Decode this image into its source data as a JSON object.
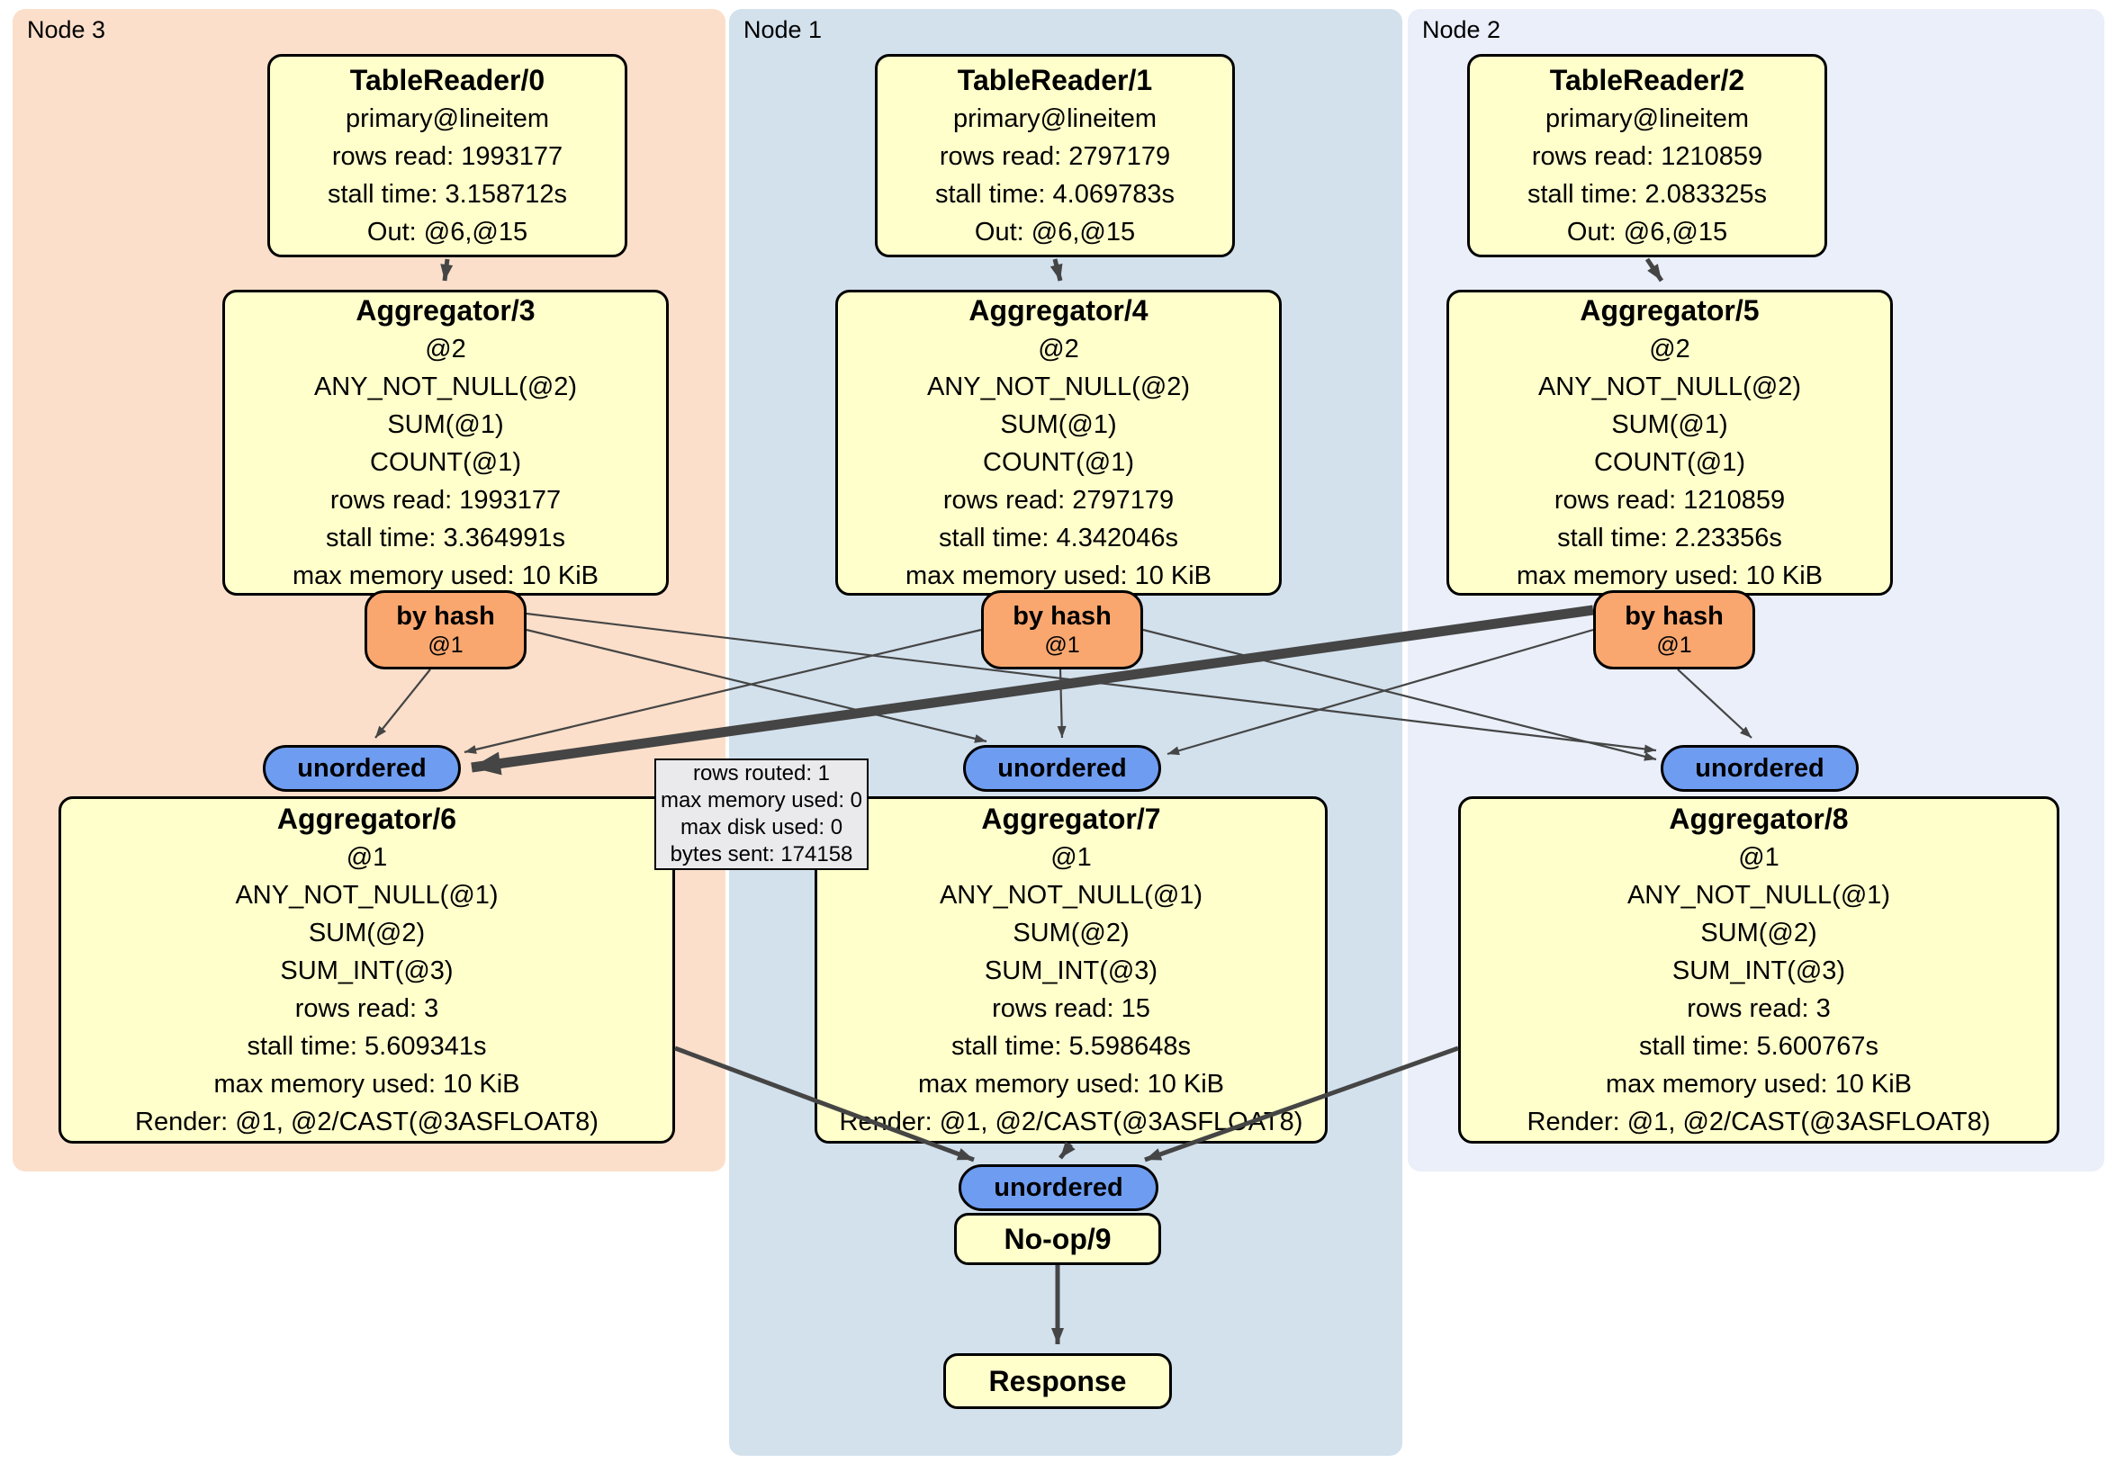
{
  "colors": {
    "node3_bg": "#fbdfca",
    "node1_bg": "#d3e1ed",
    "node2_bg": "#eaeffa",
    "processor_fill": "#ffffcb",
    "router_fill": "#f9a76f",
    "sync_fill": "#6e9cf0",
    "tooltip_fill": "#eaeaec",
    "edge": "#454545"
  },
  "panels": {
    "node3": {
      "label": "Node 3"
    },
    "node1": {
      "label": "Node 1"
    },
    "node2": {
      "label": "Node 2"
    }
  },
  "processors": {
    "tr0": {
      "title": "TableReader/0",
      "lines": [
        "primary@lineitem",
        "rows read: 1993177",
        "stall time: 3.158712s",
        "Out: @6,@15"
      ]
    },
    "tr1": {
      "title": "TableReader/1",
      "lines": [
        "primary@lineitem",
        "rows read: 2797179",
        "stall time: 4.069783s",
        "Out: @6,@15"
      ]
    },
    "tr2": {
      "title": "TableReader/2",
      "lines": [
        "primary@lineitem",
        "rows read: 1210859",
        "stall time: 2.083325s",
        "Out: @6,@15"
      ]
    },
    "agg3": {
      "title": "Aggregator/3",
      "lines": [
        "@2",
        "ANY_NOT_NULL(@2)",
        "SUM(@1)",
        "COUNT(@1)",
        "rows read: 1993177",
        "stall time: 3.364991s",
        "max memory used: 10 KiB"
      ]
    },
    "agg4": {
      "title": "Aggregator/4",
      "lines": [
        "@2",
        "ANY_NOT_NULL(@2)",
        "SUM(@1)",
        "COUNT(@1)",
        "rows read: 2797179",
        "stall time: 4.342046s",
        "max memory used: 10 KiB"
      ]
    },
    "agg5": {
      "title": "Aggregator/5",
      "lines": [
        "@2",
        "ANY_NOT_NULL(@2)",
        "SUM(@1)",
        "COUNT(@1)",
        "rows read: 1210859",
        "stall time: 2.23356s",
        "max memory used: 10 KiB"
      ]
    },
    "agg6": {
      "title": "Aggregator/6",
      "lines": [
        "@1",
        "ANY_NOT_NULL(@1)",
        "SUM(@2)",
        "SUM_INT(@3)",
        "rows read: 3",
        "stall time: 5.609341s",
        "max memory used: 10 KiB",
        "Render: @1, @2/CAST(@3ASFLOAT8)"
      ]
    },
    "agg7": {
      "title": "Aggregator/7",
      "lines": [
        "@1",
        "ANY_NOT_NULL(@1)",
        "SUM(@2)",
        "SUM_INT(@3)",
        "rows read: 15",
        "stall time: 5.598648s",
        "max memory used: 10 KiB",
        "Render: @1, @2/CAST(@3ASFLOAT8)"
      ]
    },
    "agg8": {
      "title": "Aggregator/8",
      "lines": [
        "@1",
        "ANY_NOT_NULL(@1)",
        "SUM(@2)",
        "SUM_INT(@3)",
        "rows read: 3",
        "stall time: 5.600767s",
        "max memory used: 10 KiB",
        "Render: @1, @2/CAST(@3ASFLOAT8)"
      ]
    },
    "noop": {
      "title": "No-op/9"
    },
    "response": {
      "title": "Response"
    }
  },
  "routers": {
    "bh3": {
      "label": "by hash",
      "stream": "@1"
    },
    "bh1": {
      "label": "by hash",
      "stream": "@1"
    },
    "bh2": {
      "label": "by hash",
      "stream": "@1"
    }
  },
  "syncs": {
    "u3": {
      "label": "unordered"
    },
    "u1": {
      "label": "unordered"
    },
    "u2": {
      "label": "unordered"
    },
    "uf": {
      "label": "unordered"
    }
  },
  "tooltip": {
    "lines": [
      "rows routed: 1",
      "max memory used: 0",
      "max disk used: 0",
      "bytes sent: 174158"
    ]
  }
}
